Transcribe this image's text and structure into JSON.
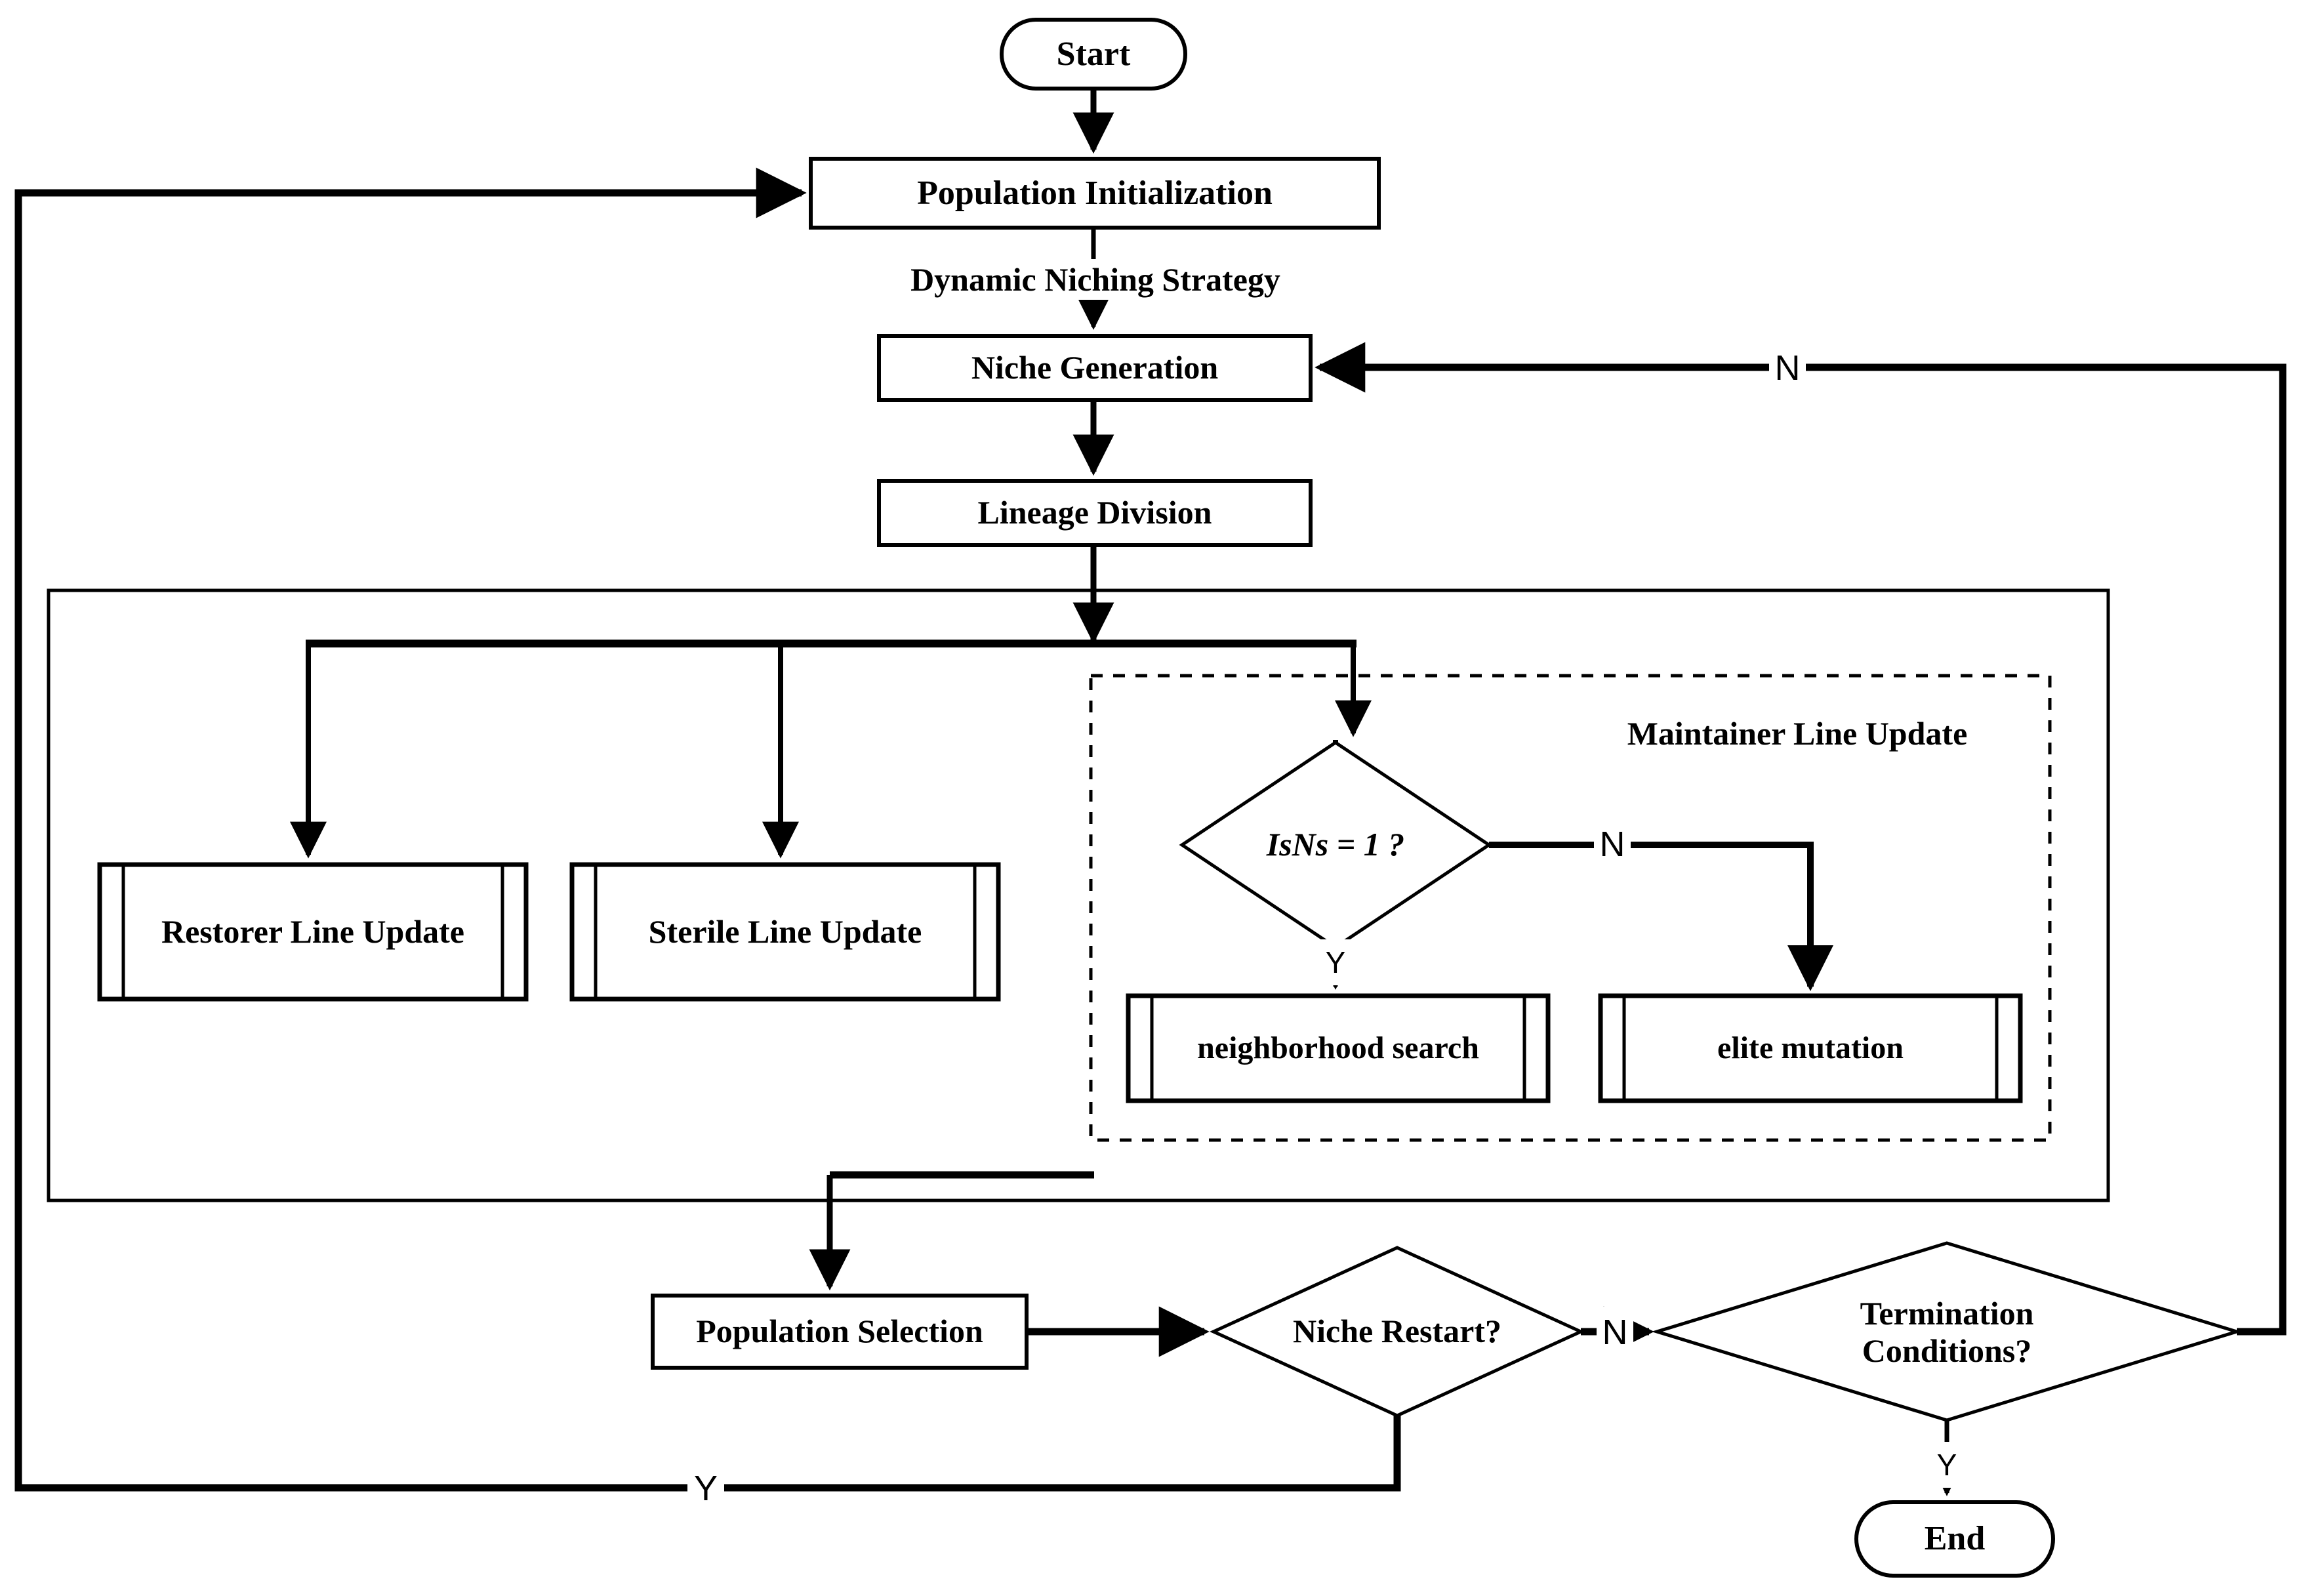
{
  "diagram": {
    "title_text": "Dynamic Niching Strategy",
    "group_label_maintainer": "Maintainer Line Update",
    "nodes": {
      "start": {
        "label": "Start",
        "shape": "terminator"
      },
      "population_initialization": {
        "label": "Population Initialization",
        "shape": "process"
      },
      "niche_generation": {
        "label": "Niche Generation",
        "shape": "process"
      },
      "lineage_division": {
        "label": "Lineage Division",
        "shape": "process"
      },
      "restorer_line_update": {
        "label": "Restorer Line Update",
        "shape": "predefined-process"
      },
      "sterile_line_update": {
        "label": "Sterile Line Update",
        "shape": "predefined-process"
      },
      "isns_decision": {
        "label": "IsNs = 1 ?",
        "shape": "decision",
        "italic": true
      },
      "neighborhood_search": {
        "label": "neighborhood search",
        "shape": "predefined-process"
      },
      "elite_mutation": {
        "label": "elite mutation",
        "shape": "predefined-process"
      },
      "population_selection": {
        "label": "Population Selection",
        "shape": "process"
      },
      "niche_restart": {
        "label": "Niche Restart?",
        "shape": "decision"
      },
      "termination_conditions": {
        "label": "Termination\nConditions?",
        "shape": "decision"
      },
      "end": {
        "label": "End",
        "shape": "terminator"
      }
    },
    "edge_labels": {
      "isns_no": "N",
      "isns_yes": "Y",
      "niche_restart_no": "N",
      "niche_restart_yes": "Y",
      "termination_no": "N",
      "termination_yes": "Y"
    },
    "colors": {
      "stroke": "#000000",
      "fill": "#ffffff",
      "background": "#ffffff"
    }
  }
}
